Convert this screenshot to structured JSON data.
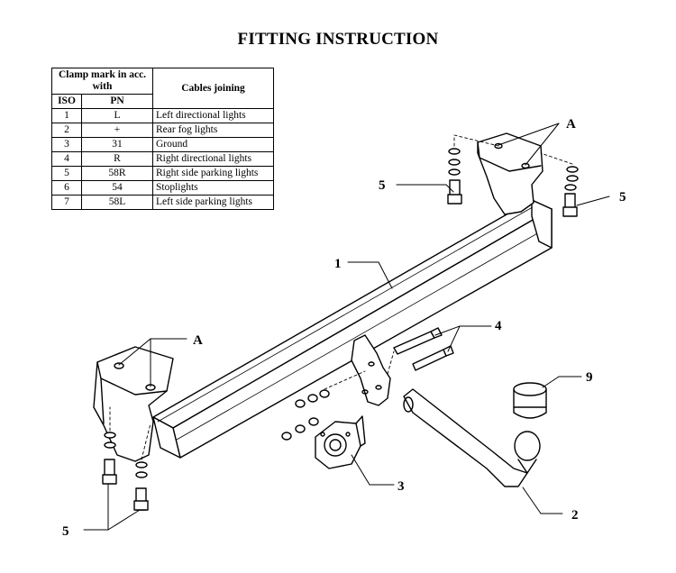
{
  "title": "FITTING INSTRUCTION",
  "table": {
    "header_clamp": "Clamp mark in acc. with",
    "header_iso": "ISO",
    "header_pn": "PN",
    "header_cables": "Cables joining",
    "rows": [
      {
        "iso": "1",
        "pn": "L",
        "desc": "Left directional lights"
      },
      {
        "iso": "2",
        "pn": "+",
        "desc": "Rear fog lights"
      },
      {
        "iso": "3",
        "pn": "31",
        "desc": "Ground"
      },
      {
        "iso": "4",
        "pn": "R",
        "desc": "Right directional lights"
      },
      {
        "iso": "5",
        "pn": "58R",
        "desc": "Right side parking lights"
      },
      {
        "iso": "6",
        "pn": "54",
        "desc": "Stoplights"
      },
      {
        "iso": "7",
        "pn": "58L",
        "desc": "Left side parking lights"
      }
    ]
  },
  "callouts": {
    "a_top": "A",
    "a_left": "A",
    "five_top_left": "5",
    "five_right": "5",
    "five_bottom": "5",
    "one": "1",
    "two": "2",
    "three": "3",
    "four": "4",
    "nine": "9"
  }
}
